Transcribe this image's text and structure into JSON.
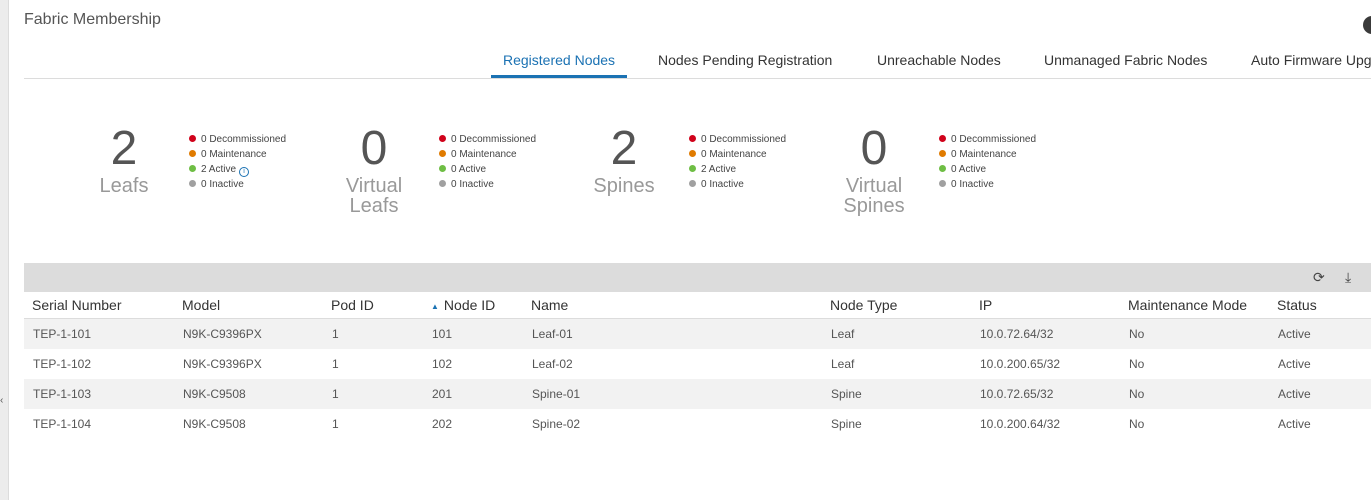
{
  "page": {
    "title": "Fabric Membership"
  },
  "tabs": [
    {
      "label": "Registered Nodes",
      "active": true
    },
    {
      "label": "Nodes Pending Registration",
      "active": false
    },
    {
      "label": "Unreachable Nodes",
      "active": false
    },
    {
      "label": "Unmanaged Fabric Nodes",
      "active": false
    },
    {
      "label": "Auto Firmware Upgrade",
      "active": false
    }
  ],
  "colors": {
    "accent": "#1b72b3",
    "decommissioned": "#d0021b",
    "maintenance": "#e07b00",
    "active": "#6ebe44",
    "inactive": "#a0a0a0"
  },
  "summary": [
    {
      "count": "2",
      "label_lines": [
        "Leafs"
      ],
      "stats": [
        {
          "label": "0 Decommissioned",
          "status": "decommissioned"
        },
        {
          "label": "0 Maintenance",
          "status": "maintenance"
        },
        {
          "label": "2 Active",
          "status": "active",
          "info": true
        },
        {
          "label": "0 Inactive",
          "status": "inactive"
        }
      ]
    },
    {
      "count": "0",
      "label_lines": [
        "Virtual",
        "Leafs"
      ],
      "stats": [
        {
          "label": "0 Decommissioned",
          "status": "decommissioned"
        },
        {
          "label": "0 Maintenance",
          "status": "maintenance"
        },
        {
          "label": "0 Active",
          "status": "active"
        },
        {
          "label": "0 Inactive",
          "status": "inactive"
        }
      ]
    },
    {
      "count": "2",
      "label_lines": [
        "Spines"
      ],
      "stats": [
        {
          "label": "0 Decommissioned",
          "status": "decommissioned"
        },
        {
          "label": "0 Maintenance",
          "status": "maintenance"
        },
        {
          "label": "2 Active",
          "status": "active"
        },
        {
          "label": "0 Inactive",
          "status": "inactive"
        }
      ]
    },
    {
      "count": "0",
      "label_lines": [
        "Virtual",
        "Spines"
      ],
      "stats": [
        {
          "label": "0 Decommissioned",
          "status": "decommissioned"
        },
        {
          "label": "0 Maintenance",
          "status": "maintenance"
        },
        {
          "label": "0 Active",
          "status": "active"
        },
        {
          "label": "0 Inactive",
          "status": "inactive"
        }
      ]
    }
  ],
  "toolbar": {
    "refresh_icon": "refresh-icon",
    "download_icon": "download-icon"
  },
  "table": {
    "columns": [
      "Serial Number",
      "Model",
      "Pod ID",
      "Node ID",
      "Name",
      "Node Type",
      "IP",
      "Maintenance Mode",
      "Status"
    ],
    "sorted_column": "Node ID",
    "rows": [
      [
        "TEP-1-101",
        "N9K-C9396PX",
        "1",
        "101",
        "Leaf-01",
        "Leaf",
        "10.0.72.64/32",
        "No",
        "Active"
      ],
      [
        "TEP-1-102",
        "N9K-C9396PX",
        "1",
        "102",
        "Leaf-02",
        "Leaf",
        "10.0.200.65/32",
        "No",
        "Active"
      ],
      [
        "TEP-1-103",
        "N9K-C9508",
        "1",
        "201",
        "Spine-01",
        "Spine",
        "10.0.72.65/32",
        "No",
        "Active"
      ],
      [
        "TEP-1-104",
        "N9K-C9508",
        "1",
        "202",
        "Spine-02",
        "Spine",
        "10.0.200.64/32",
        "No",
        "Active"
      ]
    ]
  }
}
